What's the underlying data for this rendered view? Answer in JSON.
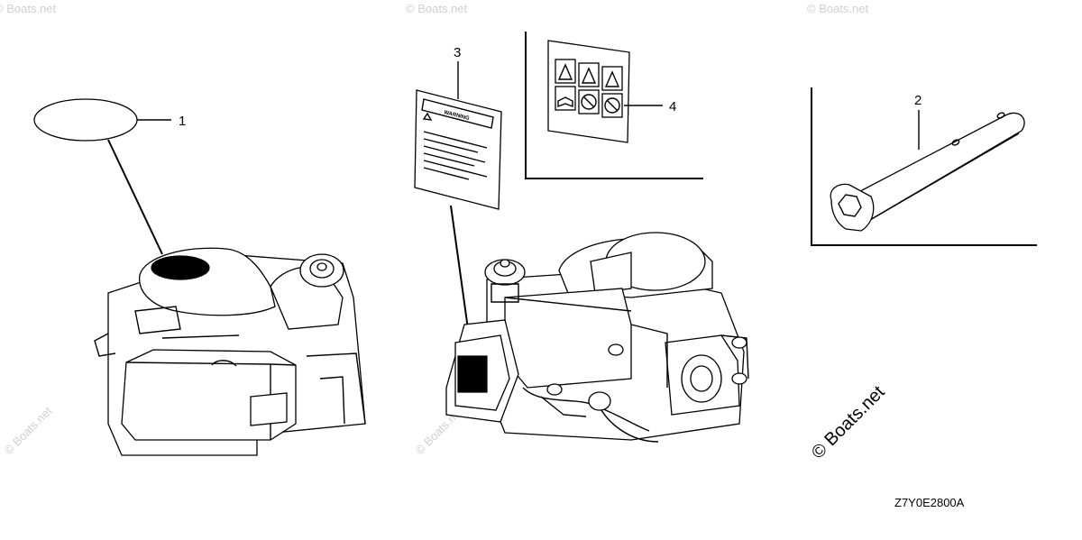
{
  "callouts": {
    "item_1": "1",
    "item_2": "2",
    "item_3": "3",
    "item_4": "4"
  },
  "warning_label": {
    "heading": "WARNING"
  },
  "diagram_code": "Z7Y0E2800A",
  "copyright": "© Boats.net",
  "watermark": "© Boats.net",
  "colors": {
    "line": "#000000",
    "background": "#ffffff",
    "watermark": "#cfcfcf"
  }
}
